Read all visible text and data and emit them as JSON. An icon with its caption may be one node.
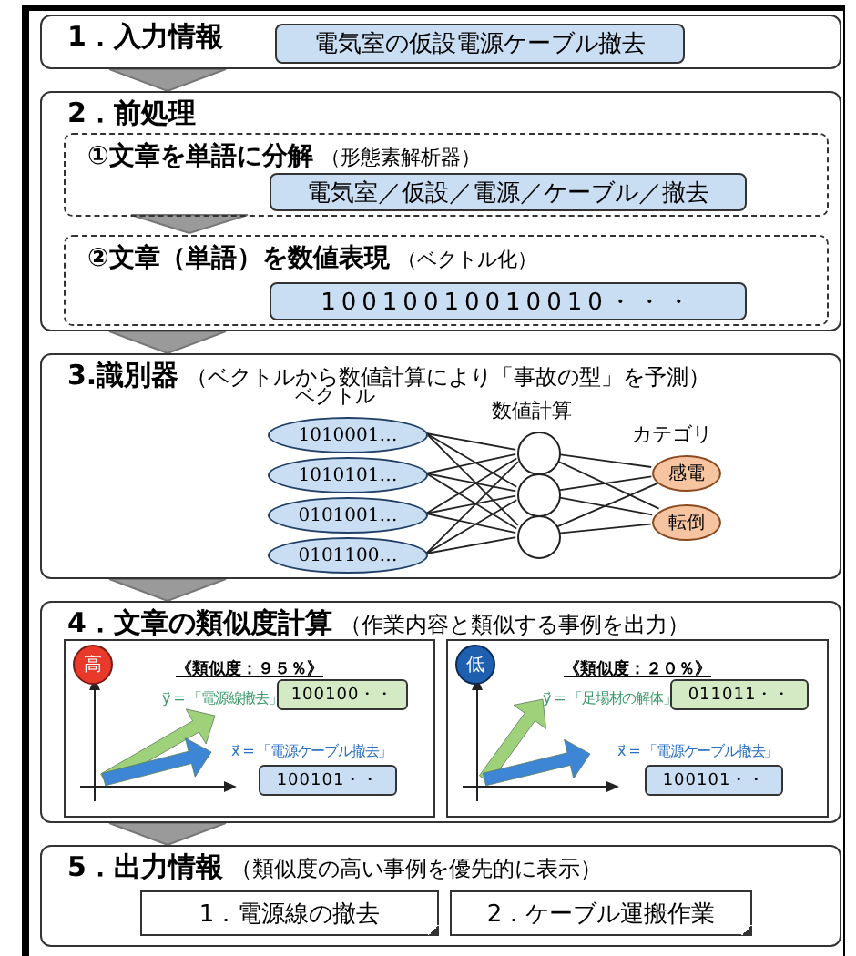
{
  "diagram": {
    "nodes": [
      {
        "text": [
          "1．入力情報"
        ]
      },
      {
        "text": [
          "電気室の仮設電源ケーブル撤去"
        ],
        "in": 0
      },
      {
        "text": [
          "2．前処理"
        ]
      },
      {
        "text": [
          "①文章を単語に分解",
          "（形態素解析器）"
        ],
        "in": 2
      },
      {
        "text": [
          "電気室／仮設／電源／ケーブル／撤去"
        ],
        "in": 3
      },
      {
        "text": [
          "②文章（単語）を数値表現",
          "（ベクトル化）"
        ],
        "in": 2
      },
      {
        "text": [
          "10010010010010・・・"
        ],
        "in": 5
      },
      {
        "text": [
          "3.識別器",
          "（ベクトルから数値計算により「事故の型」を予測）"
        ]
      },
      {
        "text": [
          "1010001…"
        ],
        "in": 7
      },
      {
        "text": [
          "1010101…"
        ],
        "in": 7
      },
      {
        "text": [
          "0101001…"
        ],
        "in": 7
      },
      {
        "text": [
          "0101100…"
        ],
        "in": 7
      },
      {
        "text": [],
        "shape": "circle",
        "in": 7
      },
      {
        "text": [],
        "shape": "circle",
        "in": 7
      },
      {
        "text": [],
        "shape": "circle",
        "in": 7
      },
      {
        "text": [
          "感電"
        ],
        "in": 7
      },
      {
        "text": [
          "転倒"
        ],
        "in": 7
      },
      {
        "text": [
          "4．文章の類似度計算",
          "（作業内容と類似する事例を出力）"
        ]
      },
      {
        "text": [
          "《類似度：９５％》"
        ],
        "in": 17
      },
      {
        "text": [
          "高"
        ],
        "in": 18
      },
      {
        "text": [
          "100100・・"
        ],
        "in": 18,
        "beside": [
          "y⃗ = 「電源線撤去」"
        ]
      },
      {
        "text": [
          "100101・・"
        ],
        "in": 18,
        "beside": [
          "x⃗ = 「電源ケーブル撤去」"
        ]
      },
      {
        "text": [
          "《類似度：２０％》"
        ],
        "in": 17
      },
      {
        "text": [
          "低"
        ],
        "in": 22
      },
      {
        "text": [
          "011011・・"
        ],
        "in": 22,
        "beside": [
          "y⃗ = 「足場材の解体」"
        ]
      },
      {
        "text": [
          "100101・・"
        ],
        "in": 22,
        "beside": [
          "x⃗ = 「電源ケーブル撤去」"
        ]
      },
      {
        "text": [
          "5．出力情報",
          "（類似度の高い事例を優先的に表示）"
        ]
      },
      {
        "text": [
          "1．電源線の撤去"
        ],
        "in": 26
      },
      {
        "text": [
          "2．ケーブル運搬作業"
        ],
        "in": 26
      }
    ],
    "edges": [
      {
        "from": 0,
        "to": 2,
        "arrow": "to"
      },
      {
        "from": 3,
        "to": 5,
        "arrow": "to"
      },
      {
        "from": 2,
        "to": 7,
        "arrow": "to"
      },
      {
        "from": 8,
        "to": 12,
        "arrow": "none"
      },
      {
        "from": 8,
        "to": 13,
        "arrow": "none"
      },
      {
        "from": 8,
        "to": 14,
        "arrow": "none"
      },
      {
        "from": 9,
        "to": 12,
        "arrow": "none"
      },
      {
        "from": 9,
        "to": 13,
        "arrow": "none"
      },
      {
        "from": 9,
        "to": 14,
        "arrow": "none"
      },
      {
        "from": 10,
        "to": 12,
        "arrow": "none"
      },
      {
        "from": 10,
        "to": 13,
        "arrow": "none"
      },
      {
        "from": 10,
        "to": 14,
        "arrow": "none"
      },
      {
        "from": 11,
        "to": 12,
        "arrow": "none"
      },
      {
        "from": 11,
        "to": 13,
        "arrow": "none"
      },
      {
        "from": 11,
        "to": 14,
        "arrow": "none"
      },
      {
        "from": 12,
        "to": 15,
        "arrow": "none"
      },
      {
        "from": 12,
        "to": 16,
        "arrow": "none"
      },
      {
        "from": 13,
        "to": 15,
        "arrow": "none"
      },
      {
        "from": 13,
        "to": 16,
        "arrow": "none"
      },
      {
        "from": 14,
        "to": 15,
        "arrow": "none"
      },
      {
        "from": 14,
        "to": 16,
        "arrow": "none"
      },
      {
        "from": 7,
        "to": 17,
        "arrow": "to"
      },
      {
        "from": 17,
        "to": 26,
        "arrow": "to"
      }
    ],
    "labels": [
      "ベクトル",
      "数値計算",
      "カテゴリ"
    ]
  }
}
